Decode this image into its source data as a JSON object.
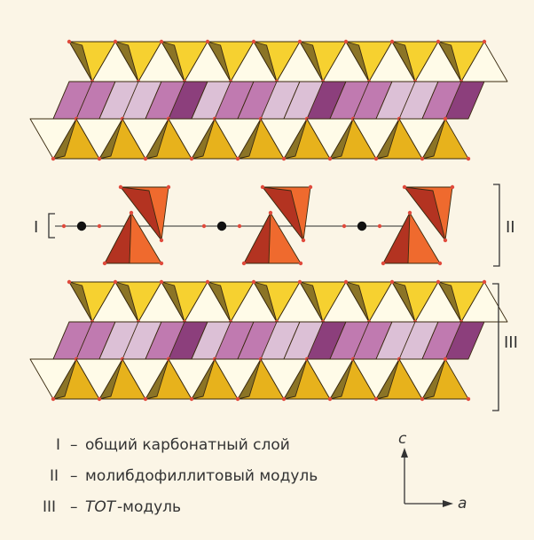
{
  "figure": {
    "background": "#fbf5e6",
    "colors": {
      "tet_light": "#f6d130",
      "tet_mid": "#e7b21c",
      "tet_dark": "#8b7426",
      "oct_light": "#dcc0d6",
      "oct_mid": "#c07ab0",
      "oct_dark": "#8c3f7c",
      "mo_light": "#ef6a2e",
      "mo_dark": "#b33321",
      "oxygen": "#e04a3c",
      "carbon": "#111111",
      "bracket": "#333333"
    },
    "module_labels": {
      "I": "I",
      "II": "II",
      "III": "III"
    },
    "legend": [
      {
        "numeral": "I",
        "dash": "–",
        "text": "общий карбонатный слой",
        "italic_prefix": ""
      },
      {
        "numeral": "II",
        "dash": "–",
        "text": "молибдофиллитовый модуль",
        "italic_prefix": ""
      },
      {
        "numeral": "III",
        "dash": "–",
        "text": "-модуль",
        "italic_prefix": "TOT"
      }
    ],
    "axes": {
      "c": "c",
      "a": "a"
    }
  }
}
